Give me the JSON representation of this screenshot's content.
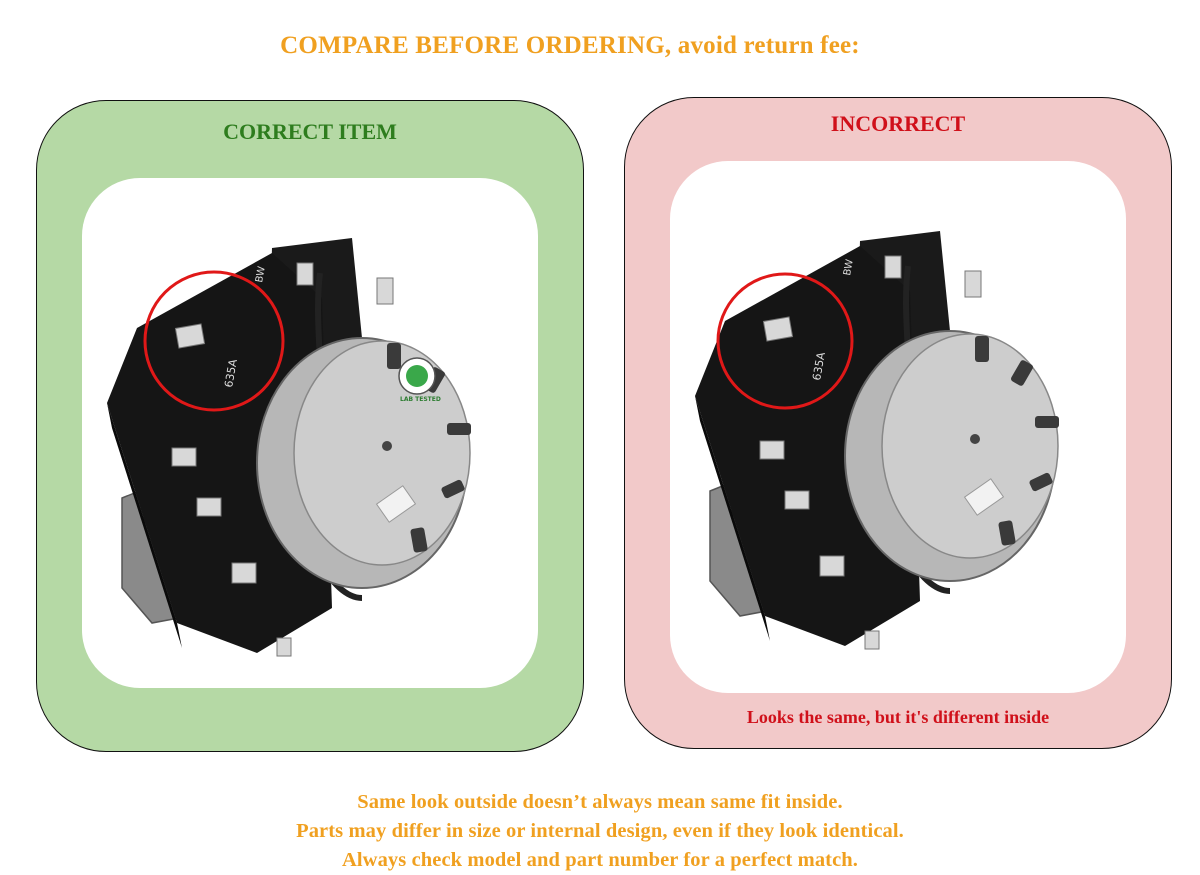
{
  "heading": "COMPARE BEFORE ORDERING, avoid return fee:",
  "left_panel": {
    "label": "CORRECT ITEM",
    "photo_marking_1": "635A",
    "photo_marking_2": "BW",
    "badge_text": "LAB TESTED"
  },
  "right_panel": {
    "label": "INCORRECT",
    "caption": "Looks the same, but it's different inside",
    "photo_marking_1": "635A",
    "photo_marking_2": "BW"
  },
  "footer": {
    "lines": [
      "Same look outside doesn’t always mean same fit inside.",
      "Parts may differ in size or internal design, even if they look identical.",
      "Always check model and part number for a perfect match."
    ]
  },
  "colors": {
    "heading": "#f0a020",
    "correct_bg": "#b5d9a5",
    "correct_label": "#2e7d1e",
    "incorrect_bg": "#f2c9c9",
    "incorrect_label": "#d0101a",
    "highlight_circle": "#e01818",
    "footer_text": "#f0a020"
  },
  "icons": {
    "part_photo": "dryer-timer-part-photo",
    "badge": "lab-tested-badge-icon",
    "highlight": "red-circle-highlight-icon"
  }
}
